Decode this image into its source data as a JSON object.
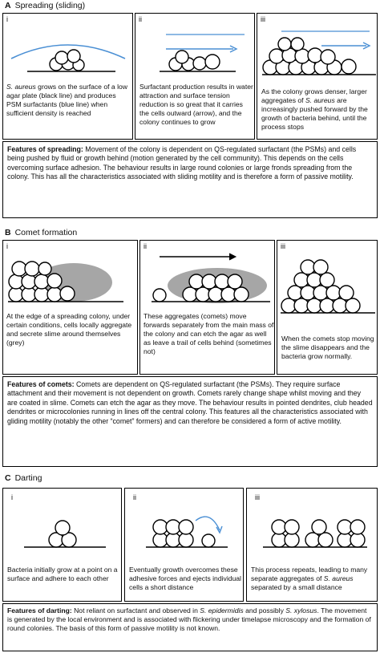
{
  "A": {
    "letter": "A",
    "title": "Spreading (sliding)",
    "panels": [
      {
        "num": "i",
        "pre": "",
        "italic": "S. aureus",
        "text": " grows on the surface of a low agar plate (black line) and produces PSM surfactants  (blue line) when sufficient density is reached"
      },
      {
        "num": "ii",
        "text": "Surfactant production results  in water attraction and surface tension reduction is so great that it carries the cells outward (arrow), and the colony continues to grow"
      },
      {
        "num": "iii",
        "pre": "As the colony grows denser, larger aggregates of ",
        "italic": "S. aureus",
        "text": " are increasingly pushed forward by the growth of bacteria behind, until the process stops"
      }
    ],
    "features_label": "Features of spreading:",
    "features_text": " Movement of the colony is dependent on QS-regulated surfactant (the PSMs) and cells being pushed by fluid or growth behind (motion generated by the cell community). This depends on the cells overcoming surface adhesion. The behaviour results in large round colonies or large fronds spreading from the colony. This has all the characteristics associated with sliding motility and is therefore a form of passive motility."
  },
  "B": {
    "letter": "B",
    "title": "Comet formation",
    "panels": [
      {
        "num": "i",
        "text": "At the edge of a spreading colony, under certain conditions, cells locally aggregate and secrete slime around themselves (grey)"
      },
      {
        "num": "ii",
        "text": "These aggregates (comets) move forwards separately from the main mass of the colony and can etch the agar as well as leave a trail of cells behind (sometimes not)"
      },
      {
        "num": "iii",
        "text": "When the comets stop moving the slime disappears and the bacteria grow normally."
      }
    ],
    "features_label": "Features of comets:",
    "features_text": " Comets are dependent on QS-regulated surfactant (the PSMs). They require surface attachment and their movement is not dependent on growth. Comets rarely change shape whilst moving and they are coated in slime. Comets can etch the agar as they move. The behaviour results in pointed dendrites, club headed dendrites or microcolonies running in lines off the central colony. This features all the characteristics associated with gliding motility (notably the other “comet” formers) and can therefore be considered a form of active motility."
  },
  "C": {
    "letter": "C",
    "title": "Darting",
    "panels": [
      {
        "num": "i",
        "text": "Bacteria initially grow at a point on a surface and adhere to each other"
      },
      {
        "num": "ii",
        "text": "Eventually growth overcomes these adhesive forces and ejects individual cells a short distance"
      },
      {
        "num": "iii",
        "pre": "This process repeats, leading to many separate aggregates of ",
        "italic": "S. aureus",
        "text": " separated by a small distance"
      }
    ],
    "features_label": "Features of darting:",
    "features_pre": " Not reliant on surfactant and observed in ",
    "features_italic1": "S. epidermidis",
    "features_mid": " and possibly ",
    "features_italic2": "S. xylosus",
    "features_text": ". The movement is generated by the local environment and is associated with flickering under timelapse microscopy and the formation of round colonies.  The basis of this form of passive motility is not known."
  },
  "colors": {
    "surfactant": "#4a8fd4",
    "slime": "#a6a6a6",
    "cell": "#000000"
  }
}
